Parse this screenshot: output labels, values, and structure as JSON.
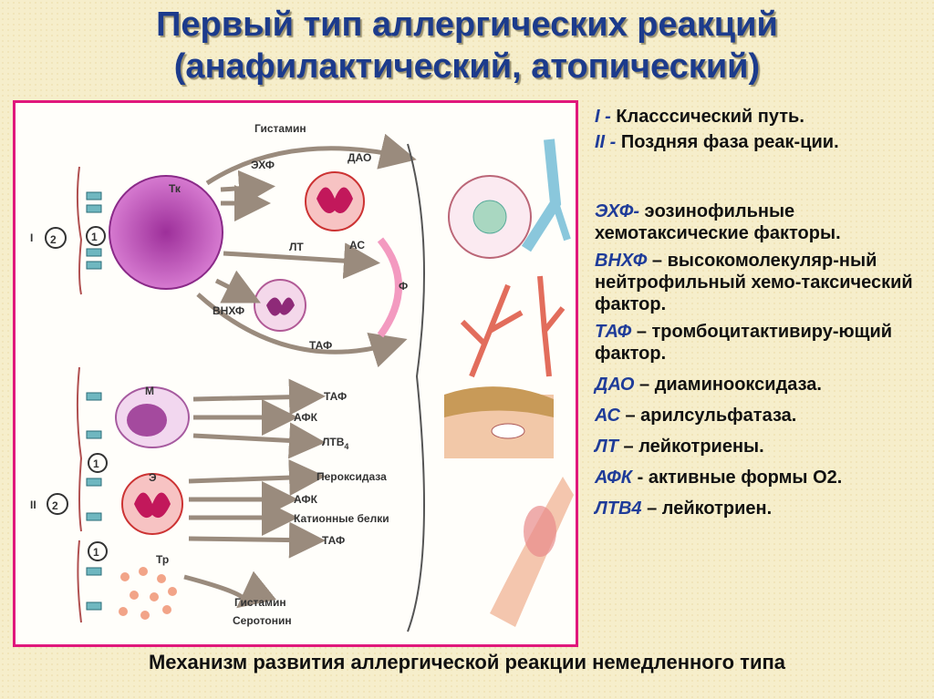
{
  "title_line1": "Первый тип аллергических реакций",
  "title_line2": "(анафилактический, атопический)",
  "legend": [
    {
      "abbr": "I -",
      "text": " Класссический путь."
    },
    {
      "abbr": "II -",
      "text": " Поздняя фаза реак-ции."
    },
    {
      "abbr": "ЭХФ-",
      "text": " эозинофильные хемотаксические факторы."
    },
    {
      "abbr": "ВНХФ",
      "text": " – высокомолекуляр-ный нейтрофильный хемо-таксический фактор."
    },
    {
      "abbr": "ТАФ",
      "text": " – тромбоцитактивиру-ющий фактор."
    },
    {
      "abbr": "ДАО",
      "text": " – диаминооксидаза."
    },
    {
      "abbr": "АС",
      "text": " – арилсульфатаза."
    },
    {
      "abbr": "ЛТ",
      "text": " – лейкотриены."
    },
    {
      "abbr": "АФК",
      "text": " - активные формы О2."
    },
    {
      "abbr": "ЛТВ4",
      "text": " – лейкотриен."
    }
  ],
  "diagram": {
    "histamine": "Гистамин",
    "ehf": "ЭХФ",
    "tk": "Тк",
    "dao": "ДАО",
    "lt": "ЛТ",
    "as": "АС",
    "f": "Ф",
    "vnhf": "ВНХФ",
    "taf": "ТАФ",
    "roman1": "I",
    "roman2": "II",
    "n1": "1",
    "n2": "2",
    "m": "М",
    "afk": "АФК",
    "ltv": "ЛТВ",
    "ltv_sub": "4",
    "e": "Э",
    "peroxidase": "Пероксидаза",
    "cationic": "Катионные белки",
    "tr": "Тр",
    "serotonin": "Серотонин"
  },
  "caption": "Механизм развития аллергической реакции немедленного типа"
}
